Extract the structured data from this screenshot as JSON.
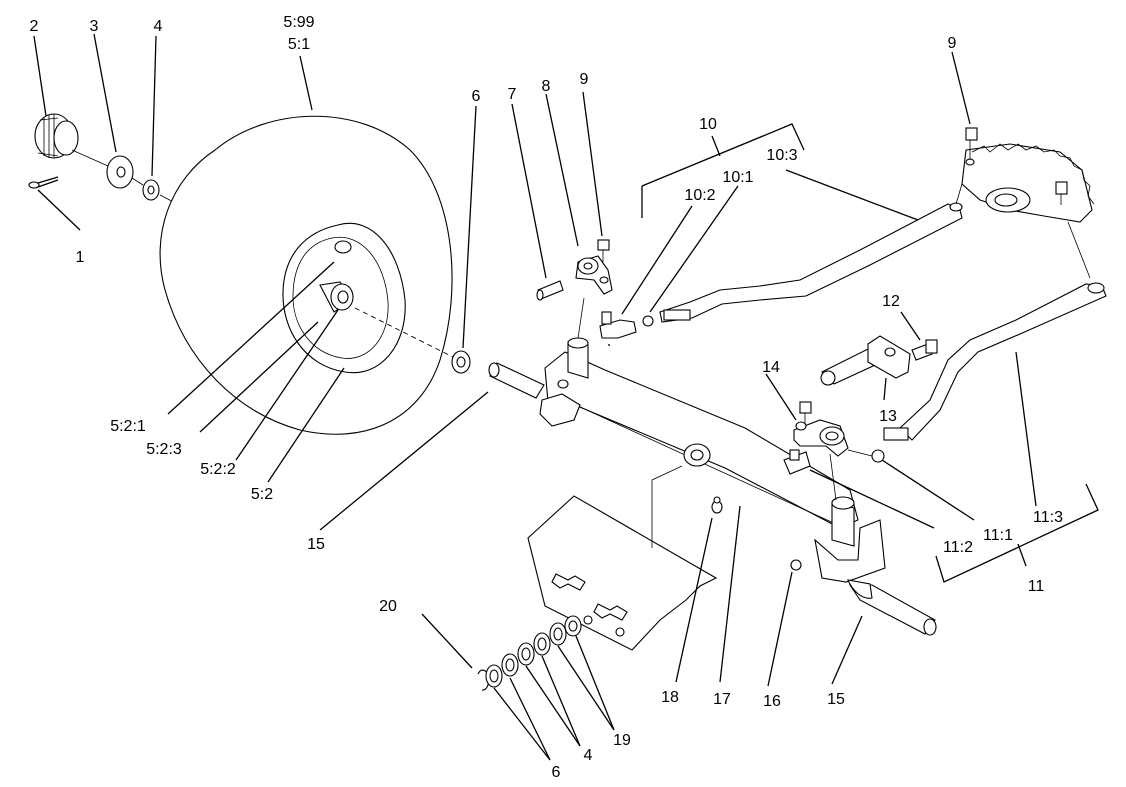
{
  "labels": {
    "l1": "1",
    "l2": "2",
    "l3": "3",
    "l4a": "4",
    "l599": "5:99",
    "l51": "5:1",
    "l6a": "6",
    "l7": "7",
    "l8": "8",
    "l9a": "9",
    "l10": "10",
    "l103": "10:3",
    "l102": "10:2",
    "l101": "10:1",
    "l9b": "9",
    "l12": "12",
    "l13": "13",
    "l14": "14",
    "l521": "5:2:1",
    "l523": "5:2:3",
    "l522": "5:2:2",
    "l52": "5:2",
    "l15a": "15",
    "l111": "11:1",
    "l112": "11:2",
    "l113": "11:3",
    "l11": "11",
    "l20": "20",
    "l18": "18",
    "l17": "17",
    "l16": "16",
    "l15b": "15",
    "l19": "19",
    "l4b": "4",
    "l6b": "6"
  }
}
